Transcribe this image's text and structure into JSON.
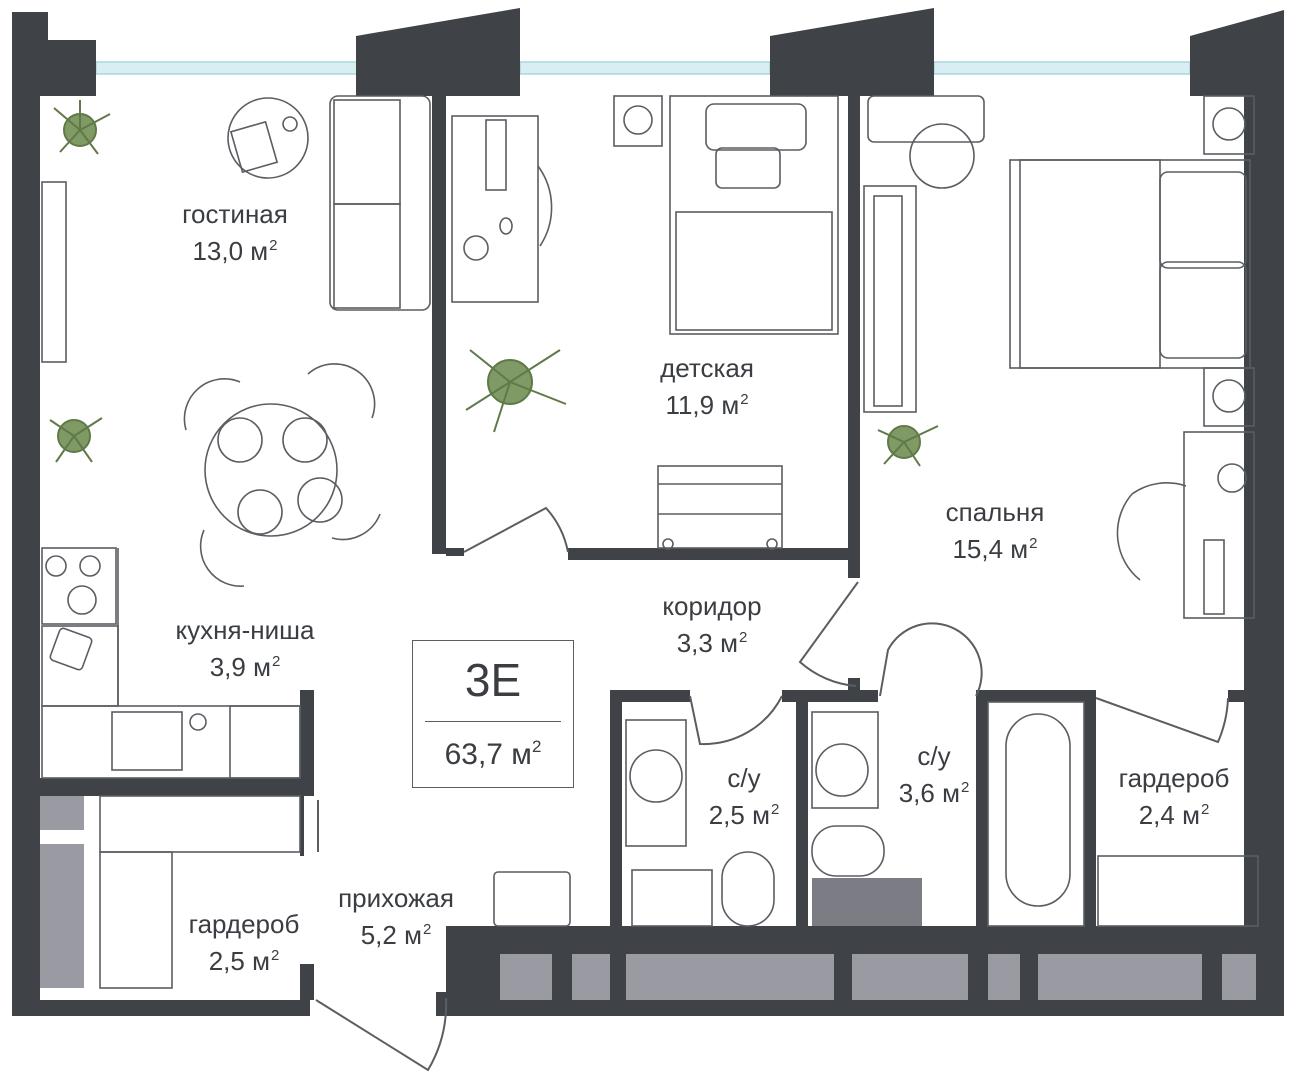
{
  "apartment": {
    "code": "3E",
    "total_area": "63,7 м",
    "area_unit_sup": "2"
  },
  "rooms": [
    {
      "id": "living",
      "name": "гостиная",
      "area": "13,0 м",
      "sup": "2"
    },
    {
      "id": "kids",
      "name": "детская",
      "area": "11,9 м",
      "sup": "2"
    },
    {
      "id": "bedroom",
      "name": "спальня",
      "area": "15,4 м",
      "sup": "2"
    },
    {
      "id": "kitchen",
      "name": "кухня-ниша",
      "area": "3,9 м",
      "sup": "2"
    },
    {
      "id": "corridor",
      "name": "коридор",
      "area": "3,3 м",
      "sup": "2"
    },
    {
      "id": "bath1",
      "name": "с/у",
      "area": "2,5 м",
      "sup": "2"
    },
    {
      "id": "bath2",
      "name": "с/у",
      "area": "3,6 м",
      "sup": "2"
    },
    {
      "id": "wardrobe_right",
      "name": "гардероб",
      "area": "2,4 м",
      "sup": "2"
    },
    {
      "id": "wardrobe_left",
      "name": "гардероб",
      "area": "2,5 м",
      "sup": "2"
    },
    {
      "id": "hall",
      "name": "прихожая",
      "area": "5,2 м",
      "sup": "2"
    }
  ],
  "colors": {
    "wall": "#3f4247",
    "glass": "#a9d7de",
    "stroke": "#5a5d62",
    "plant": "#6f8a58",
    "facade_panel": "#9a9aa2"
  }
}
